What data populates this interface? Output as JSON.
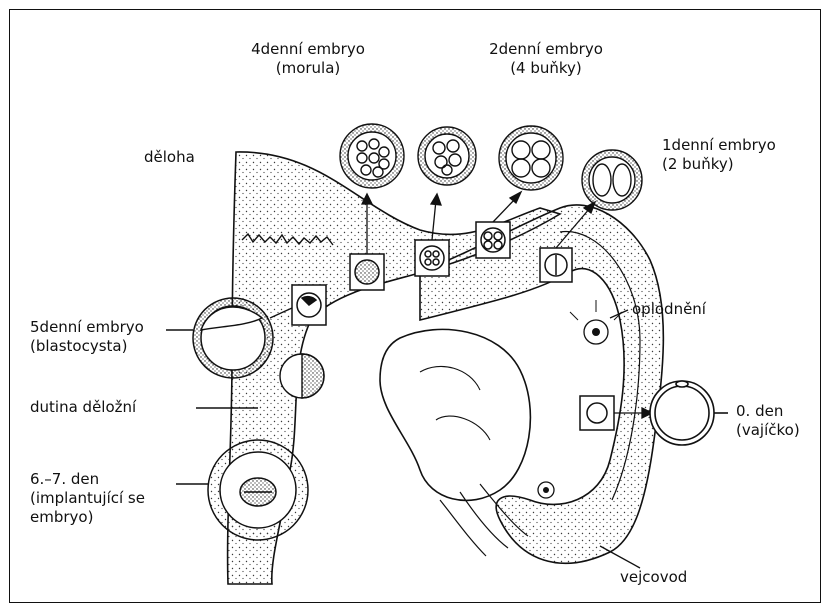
{
  "labels": {
    "day4_line1": "4denní embryo",
    "day4_line2": "(morula)",
    "day2_line1": "2denní embryo",
    "day2_line2": "(4 buňky)",
    "day1_line1": "1denní embryo",
    "day1_line2": "(2 buňky)",
    "uterus": "děloha",
    "fertilization": "oplodnění",
    "day5_line1": "5denní embryo",
    "day5_line2": "(blastocysta)",
    "uterine_cavity": "dutina děložní",
    "day0_line1": "0. den",
    "day0_line2": "(vajíčko)",
    "day67_line1": "6.–7. den",
    "day67_line2": "(implantující se",
    "day67_line3": "embryo)",
    "oviduct": "vejcovod"
  },
  "colors": {
    "ink": "#111111",
    "paper": "#ffffff",
    "stipple": "#3a3a3a"
  }
}
